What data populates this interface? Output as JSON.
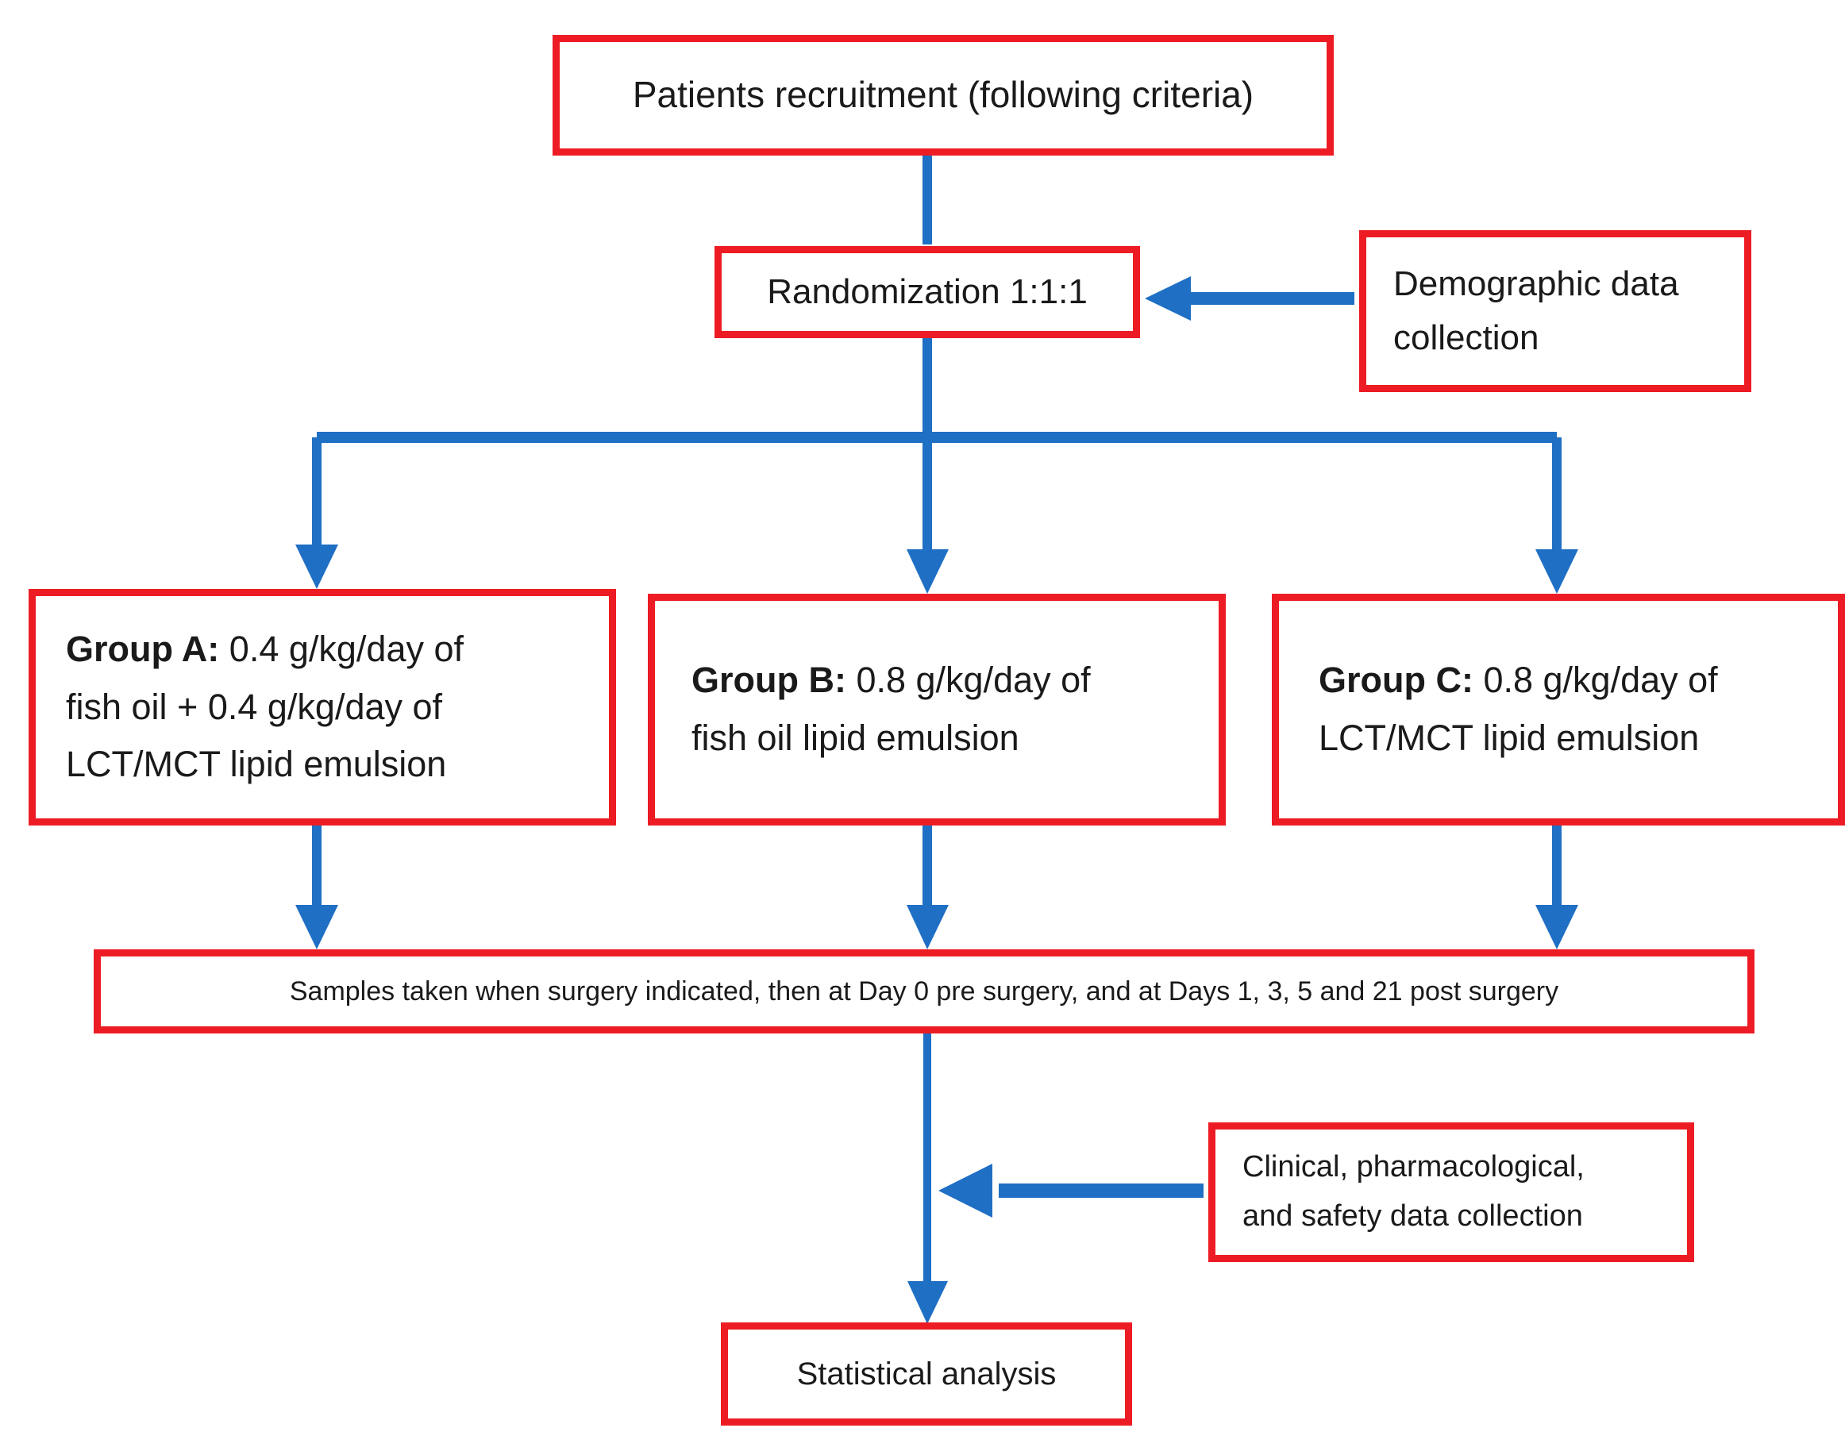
{
  "diagram": {
    "type": "flowchart",
    "title": "Clinical trial study design flowchart",
    "colors": {
      "node_border": "#ed1c24",
      "node_fill": "#ffffff",
      "connector": "#1f6fc4",
      "text": "#1a1a1a"
    },
    "nodes": {
      "recruitment": {
        "label": "Patients recruitment (following criteria)"
      },
      "randomization": {
        "label": "Randomization 1:1:1"
      },
      "demographic": {
        "line1": "Demographic data",
        "line2": "collection"
      },
      "group_a": {
        "name": "Group A:",
        "line1": " 0.4 g/kg/day of",
        "line2": "fish oil + 0.4 g/kg/day of",
        "line3": "LCT/MCT lipid emulsion"
      },
      "group_b": {
        "name": "Group B:",
        "line1": " 0.8 g/kg/day of",
        "line2": "fish oil lipid emulsion"
      },
      "group_c": {
        "name": "Group C:",
        "line1": " 0.8 g/kg/day of",
        "line2": "LCT/MCT lipid emulsion"
      },
      "samples": {
        "label": "Samples taken when surgery indicated, then at Day 0 pre surgery, and at Days 1, 3, 5 and 21 post surgery"
      },
      "clinical": {
        "line1": "Clinical, pharmacological,",
        "line2": "and safety data collection"
      },
      "statistical": {
        "label": "Statistical analysis"
      }
    },
    "edges": [
      {
        "id": "recruitment-to-randomization",
        "from": "recruitment",
        "to": "randomization",
        "direction": "down"
      },
      {
        "id": "demographic-to-randomization",
        "from": "demographic",
        "to": "randomization",
        "direction": "left"
      },
      {
        "id": "randomization-to-group-a",
        "from": "randomization",
        "to": "group_a",
        "direction": "down"
      },
      {
        "id": "randomization-to-group-b",
        "from": "randomization",
        "to": "group_b",
        "direction": "down"
      },
      {
        "id": "randomization-to-group-c",
        "from": "randomization",
        "to": "group_c",
        "direction": "down"
      },
      {
        "id": "group-a-to-samples",
        "from": "group_a",
        "to": "samples",
        "direction": "down"
      },
      {
        "id": "group-b-to-samples",
        "from": "group_b",
        "to": "samples",
        "direction": "down"
      },
      {
        "id": "group-c-to-samples",
        "from": "group_c",
        "to": "samples",
        "direction": "down"
      },
      {
        "id": "samples-to-statistical",
        "from": "samples",
        "to": "statistical",
        "direction": "down"
      },
      {
        "id": "clinical-to-samples-flow",
        "from": "clinical",
        "to": "samples_to_statistical_line",
        "direction": "left"
      }
    ]
  }
}
